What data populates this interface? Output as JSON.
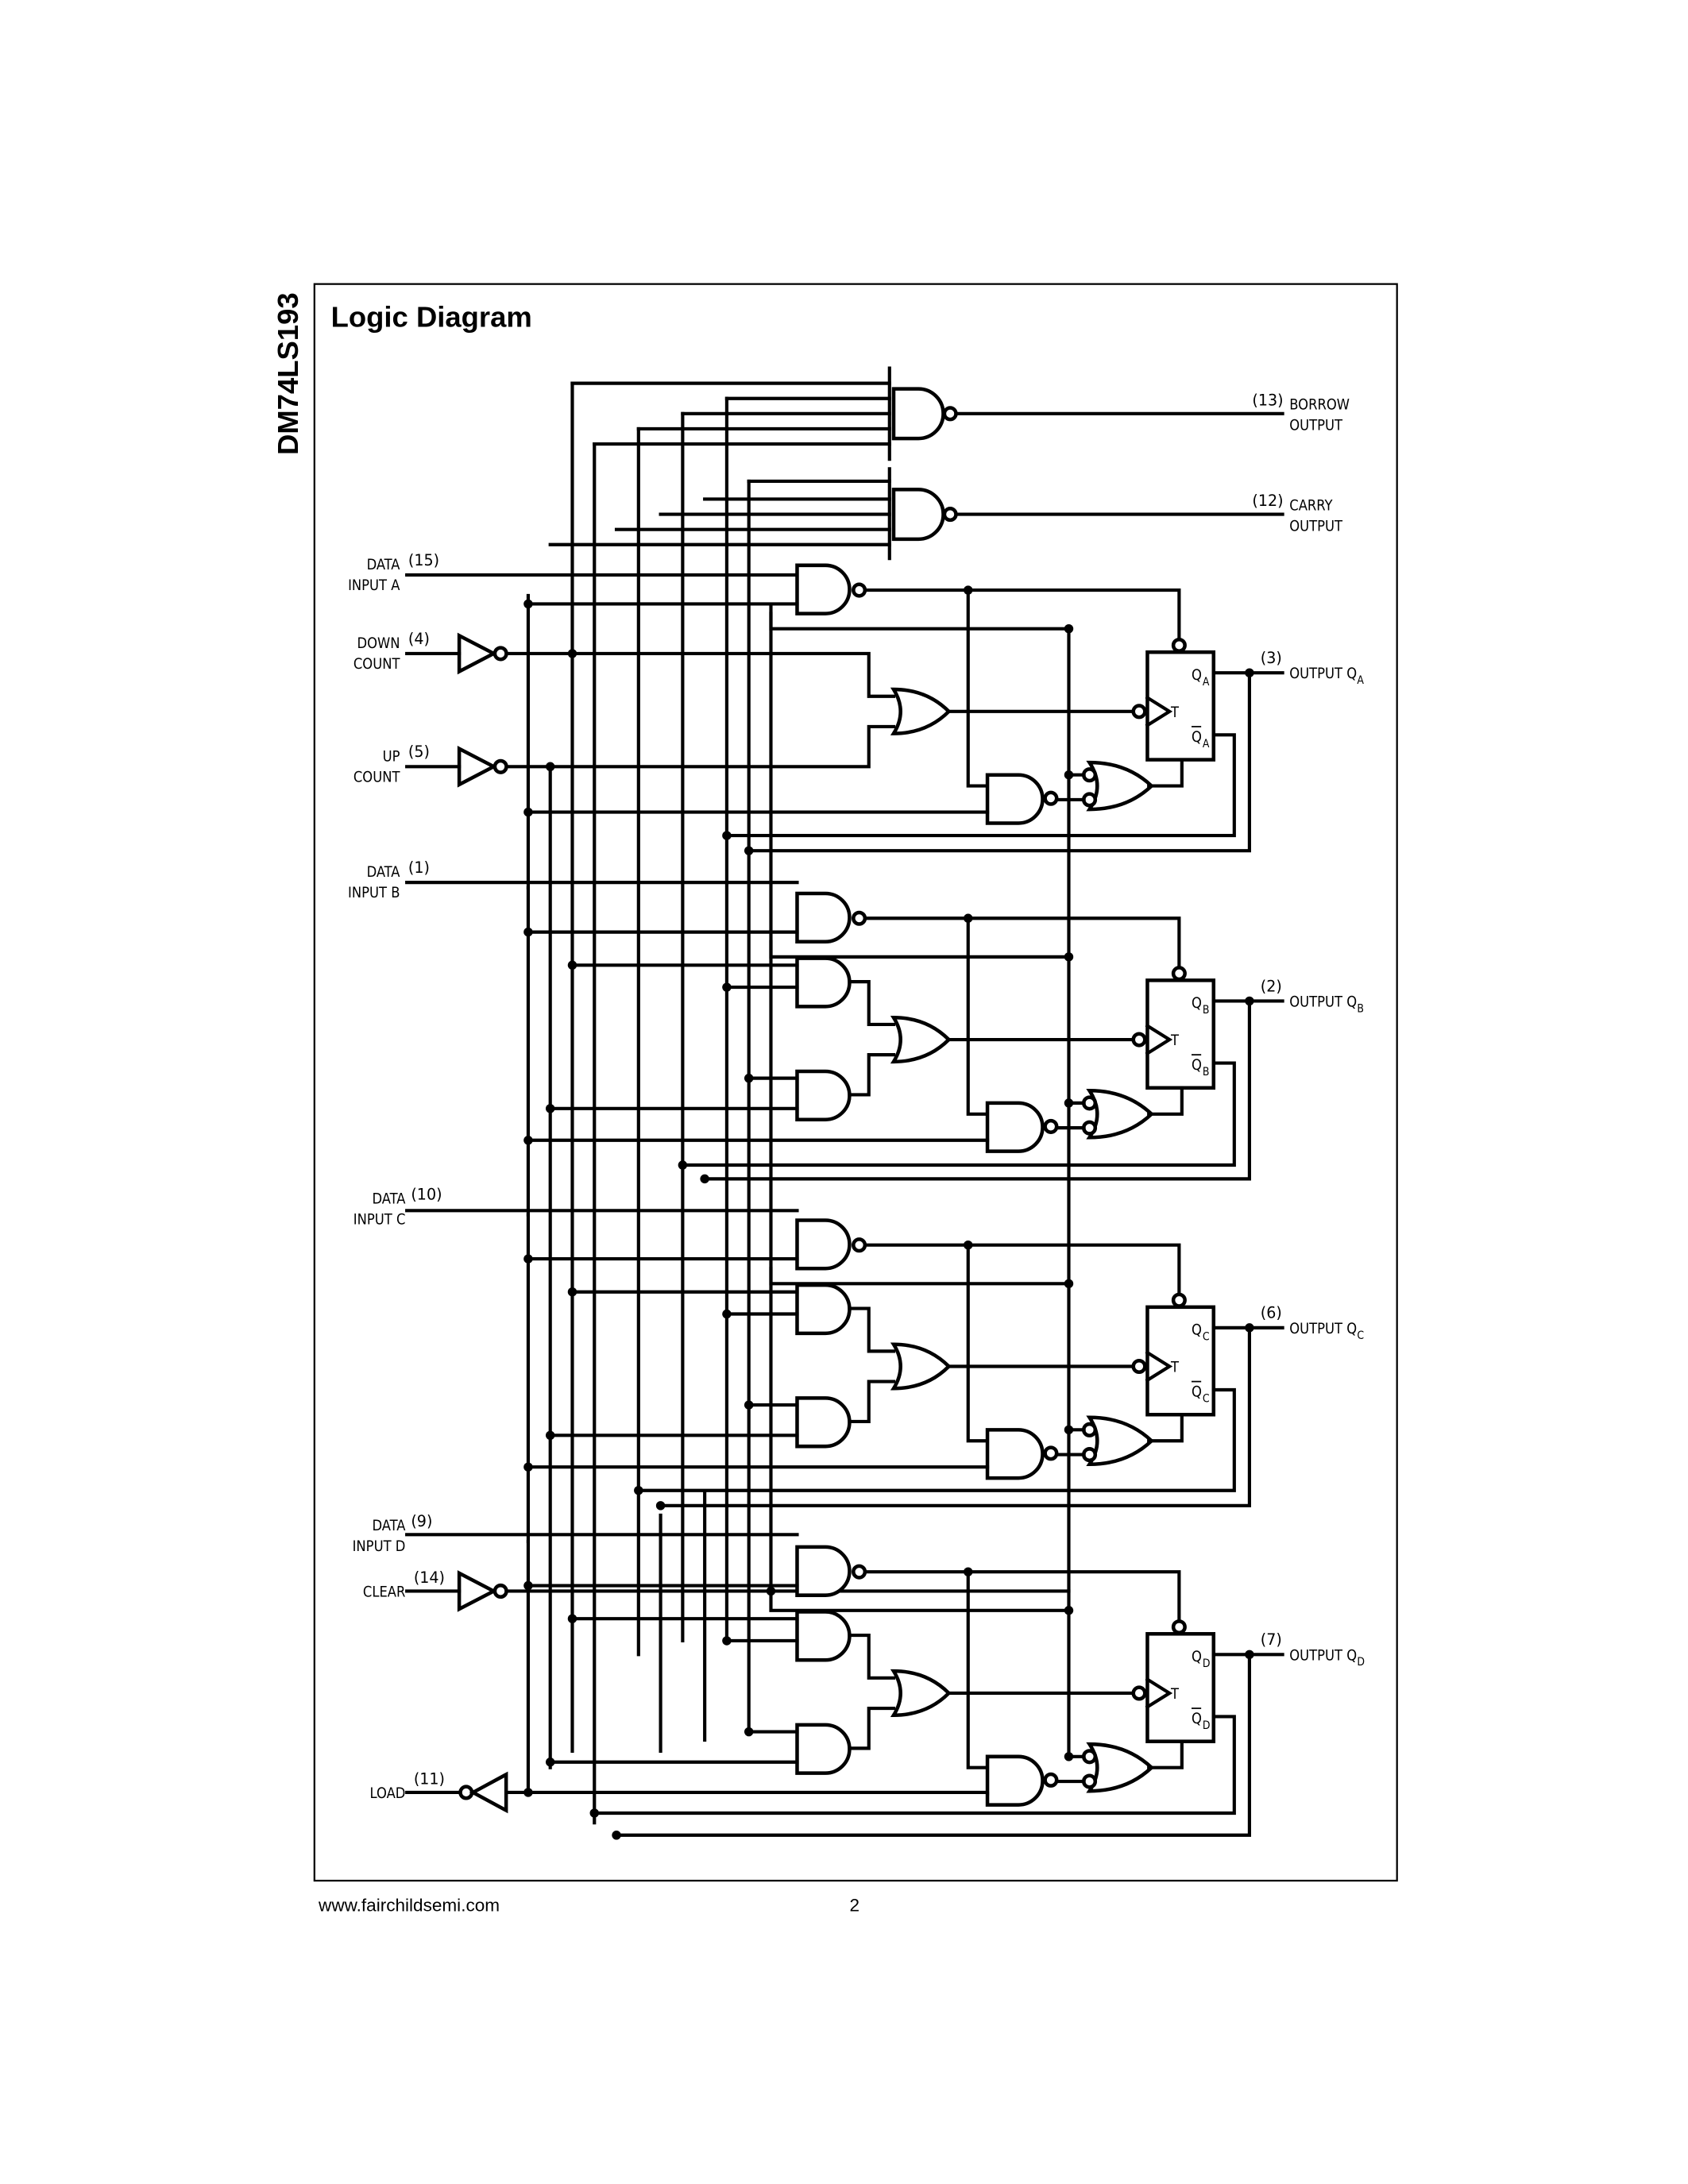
{
  "side_title": "DM74LS193",
  "title": "Logic Diagram",
  "footer": {
    "url": "www.fairchildsemi.com",
    "page": "2"
  },
  "inputs": [
    {
      "line1": "DATA",
      "line2": "INPUT A",
      "pin": "(15)"
    },
    {
      "line1": "DOWN",
      "line2": "COUNT",
      "pin": "(4)"
    },
    {
      "line1": "UP",
      "line2": "COUNT",
      "pin": "(5)"
    },
    {
      "line1": "DATA",
      "line2": "INPUT B",
      "pin": "(1)"
    },
    {
      "line1": "DATA",
      "line2": "INPUT C",
      "pin": "(10)"
    },
    {
      "line1": "DATA",
      "line2": "INPUT D",
      "pin": "(9)"
    },
    {
      "line1": "CLEAR",
      "line2": "",
      "pin": "(14)"
    },
    {
      "line1": "LOAD",
      "line2": "",
      "pin": "(11)"
    }
  ],
  "top_outputs": [
    {
      "line1": "BORROW",
      "line2": "OUTPUT",
      "pin": "(13)"
    },
    {
      "line1": "CARRY",
      "line2": "OUTPUT",
      "pin": "(12)"
    }
  ],
  "stages": [
    {
      "sub": "A",
      "pin": "(3)",
      "label": "OUTPUT Q",
      "q": "Q",
      "qbar": "Q",
      "t": "T"
    },
    {
      "sub": "B",
      "pin": "(2)",
      "label": "OUTPUT Q",
      "q": "Q",
      "qbar": "Q",
      "t": "T"
    },
    {
      "sub": "C",
      "pin": "(6)",
      "label": "OUTPUT Q",
      "q": "Q",
      "qbar": "Q",
      "t": "T"
    },
    {
      "sub": "D",
      "pin": "(7)",
      "label": "OUTPUT Q",
      "q": "Q",
      "qbar": "Q",
      "t": "T"
    }
  ]
}
